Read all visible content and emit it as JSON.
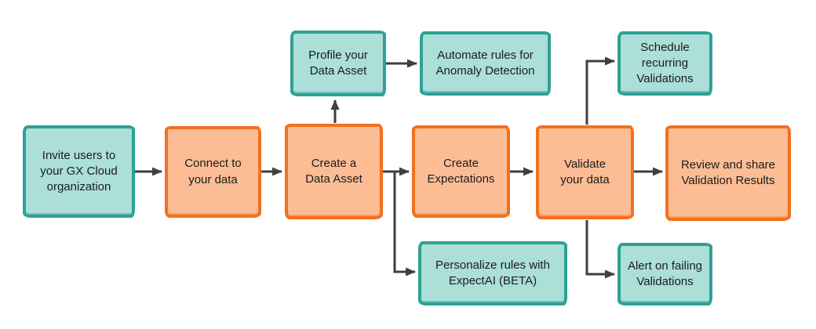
{
  "diagram_type": "flowchart",
  "colors": {
    "teal_border": "#2fa096",
    "teal_fill": "#abdfd8",
    "orange_border": "#f3701e",
    "orange_fill": "#fcbd95",
    "arrow": "#3f3f3f",
    "text": "#1c1c1c",
    "canvas_bg": "#ffffff"
  },
  "nodes": [
    {
      "id": "invite",
      "label": "Invite users to\nyour GX Cloud\norganization",
      "style": "teal"
    },
    {
      "id": "connect",
      "label": "Connect to\nyour data",
      "style": "orange"
    },
    {
      "id": "create-asset",
      "label": "Create a\nData Asset",
      "style": "orange"
    },
    {
      "id": "profile",
      "label": "Profile your\nData Asset",
      "style": "teal"
    },
    {
      "id": "automate",
      "label": "Automate rules for\nAnomaly Detection",
      "style": "teal"
    },
    {
      "id": "expectations",
      "label": "Create\nExpectations",
      "style": "orange"
    },
    {
      "id": "personalize",
      "label": "Personalize rules with\nExpectAI (BETA)",
      "style": "teal"
    },
    {
      "id": "validate",
      "label": "Validate\nyour data",
      "style": "orange"
    },
    {
      "id": "schedule",
      "label": "Schedule\nrecurring\nValidations",
      "style": "teal"
    },
    {
      "id": "review",
      "label": "Review and share\nValidation Results",
      "style": "orange"
    },
    {
      "id": "alert",
      "label": "Alert on failing\nValidations",
      "style": "teal"
    }
  ],
  "edges": [
    {
      "from": "invite",
      "to": "connect"
    },
    {
      "from": "connect",
      "to": "create-asset"
    },
    {
      "from": "create-asset",
      "to": "expectations"
    },
    {
      "from": "create-asset",
      "to": "profile"
    },
    {
      "from": "create-asset",
      "to": "personalize"
    },
    {
      "from": "profile",
      "to": "automate"
    },
    {
      "from": "expectations",
      "to": "validate"
    },
    {
      "from": "validate",
      "to": "review"
    },
    {
      "from": "validate",
      "to": "schedule"
    },
    {
      "from": "validate",
      "to": "alert"
    }
  ]
}
